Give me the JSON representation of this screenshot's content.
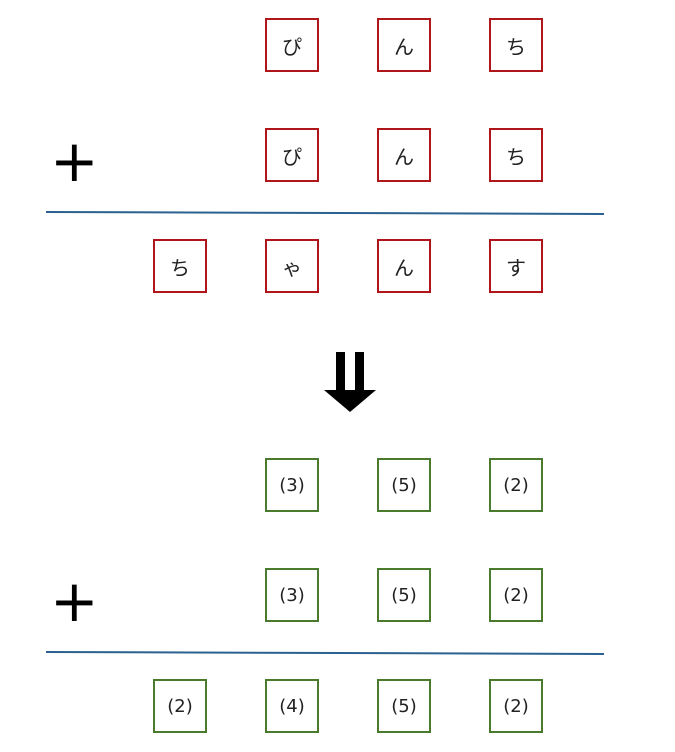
{
  "colors": {
    "kana_border": "#b0151b",
    "number_border": "#4a7a2c",
    "rule": "#2a6190"
  },
  "operator": "+",
  "top_puzzle": {
    "addend1": [
      "ぴ",
      "ん",
      "ち"
    ],
    "addend2": [
      "ぴ",
      "ん",
      "ち"
    ],
    "sum": [
      "ち",
      "ゃ",
      "ん",
      "す"
    ]
  },
  "arrow_icon": "double-down-arrow",
  "bottom_solution": {
    "addend1": [
      "(3)",
      "(5)",
      "(2)"
    ],
    "addend2": [
      "(3)",
      "(5)",
      "(2)"
    ],
    "sum": [
      "(2)",
      "(4)",
      "(5)",
      "(2)"
    ]
  }
}
